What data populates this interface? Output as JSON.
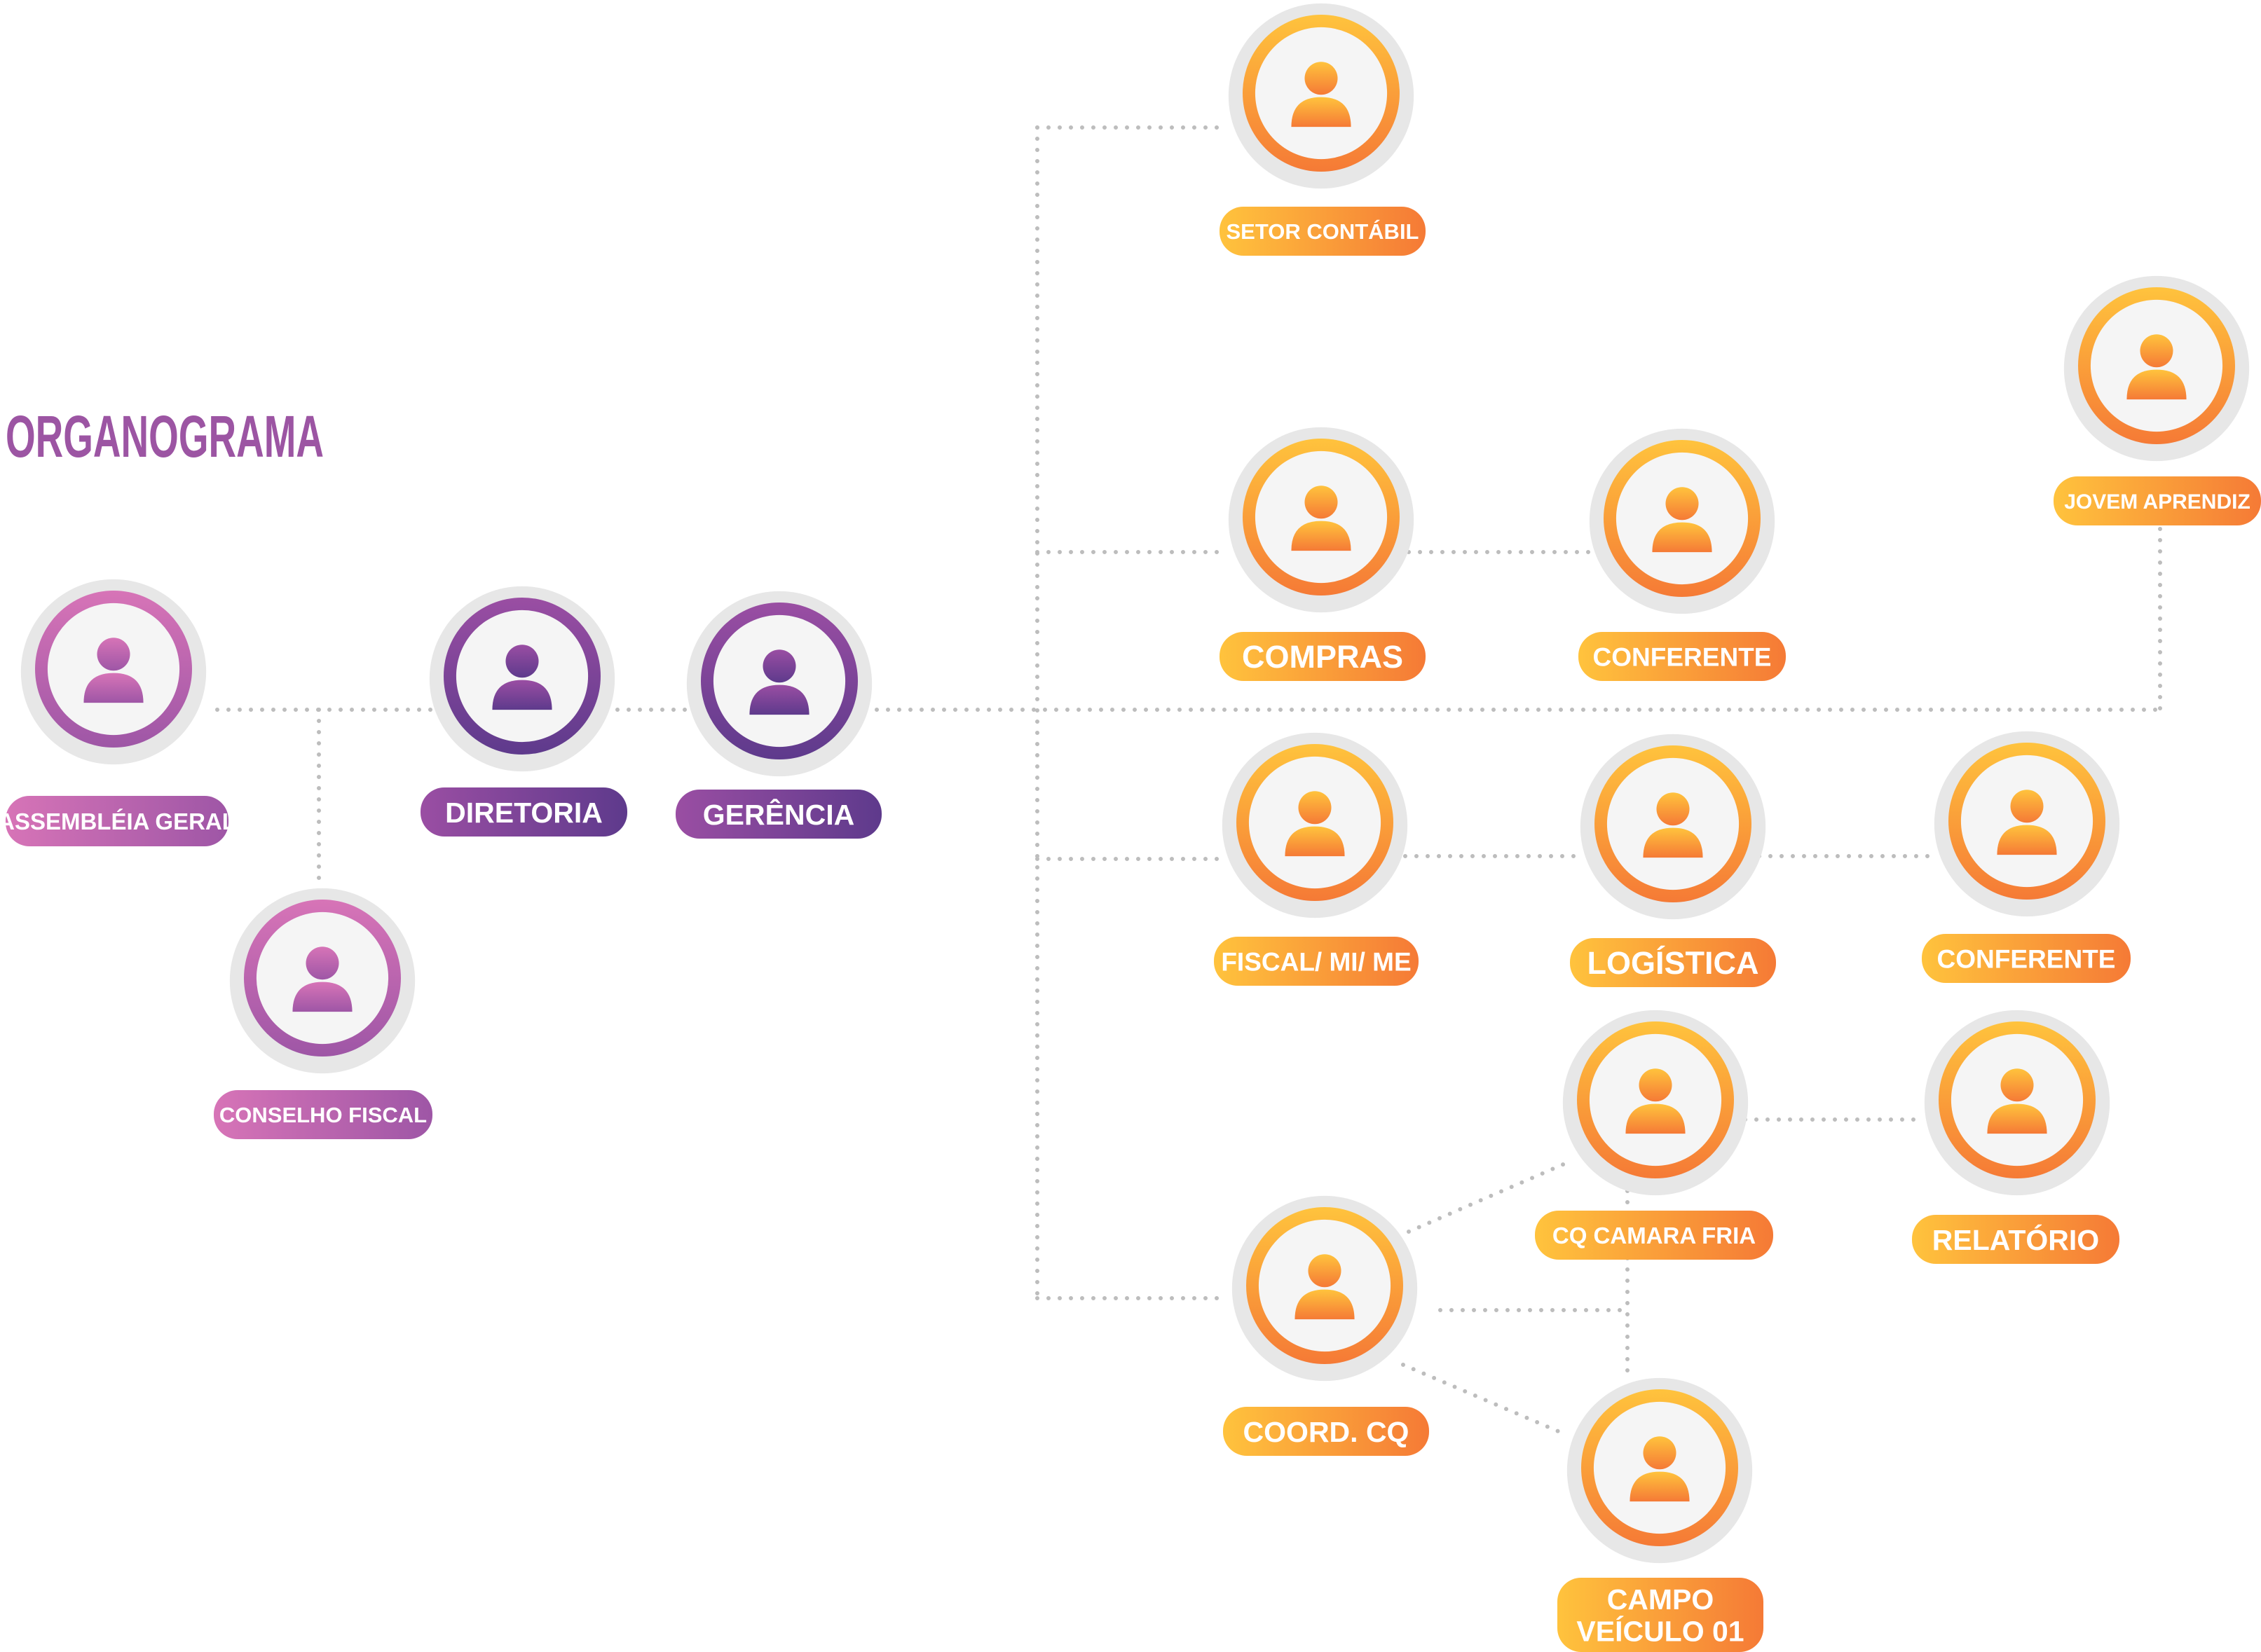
{
  "title": "ORGANOGRAMA",
  "colors": {
    "title": "#9c55a3",
    "connector": "#bdbdbd",
    "pink_start": "#d774b7",
    "pink_end": "#9e56a6",
    "purple_start": "#9a4ea3",
    "purple_end": "#5e3a8c",
    "orange_start": "#ffc33d",
    "orange_end": "#f57a36",
    "badge_text": "#ffffff",
    "avatar_bg": "#f5f5f5",
    "halo": "#e7e7e7"
  },
  "nodes": [
    {
      "id": "assembleia",
      "label": [
        "ASSEMBLÉIA GERAL"
      ],
      "theme": "pink"
    },
    {
      "id": "conselho",
      "label": [
        "CONSELHO FISCAL"
      ],
      "theme": "pink"
    },
    {
      "id": "diretoria",
      "label": [
        "DIRETORIA"
      ],
      "theme": "purple"
    },
    {
      "id": "gerencia",
      "label": [
        "GERÊNCIA"
      ],
      "theme": "purple"
    },
    {
      "id": "setor_contabil",
      "label": [
        "SETOR CONTÁBIL"
      ],
      "theme": "orange"
    },
    {
      "id": "compras",
      "label": [
        "COMPRAS"
      ],
      "theme": "orange"
    },
    {
      "id": "conferente_1",
      "label": [
        "CONFERENTE"
      ],
      "theme": "orange"
    },
    {
      "id": "jovem_aprendiz",
      "label": [
        "JOVEM APRENDIZ"
      ],
      "theme": "orange"
    },
    {
      "id": "fiscal",
      "label": [
        "FISCAL/ MI/ ME"
      ],
      "theme": "orange"
    },
    {
      "id": "logistica",
      "label": [
        "LOGÍSTICA"
      ],
      "theme": "orange"
    },
    {
      "id": "conferente_2",
      "label": [
        "CONFERENTE"
      ],
      "theme": "orange"
    },
    {
      "id": "cq_camara",
      "label": [
        "CQ CAMARA FRIA"
      ],
      "theme": "orange"
    },
    {
      "id": "relatorio",
      "label": [
        "RELATÓRIO"
      ],
      "theme": "orange"
    },
    {
      "id": "coord_cq",
      "label": [
        "COORD. CQ"
      ],
      "theme": "orange"
    },
    {
      "id": "campo_veiculo",
      "label": [
        "CAMPO",
        "VEÍCULO 01"
      ],
      "theme": "orange"
    }
  ]
}
